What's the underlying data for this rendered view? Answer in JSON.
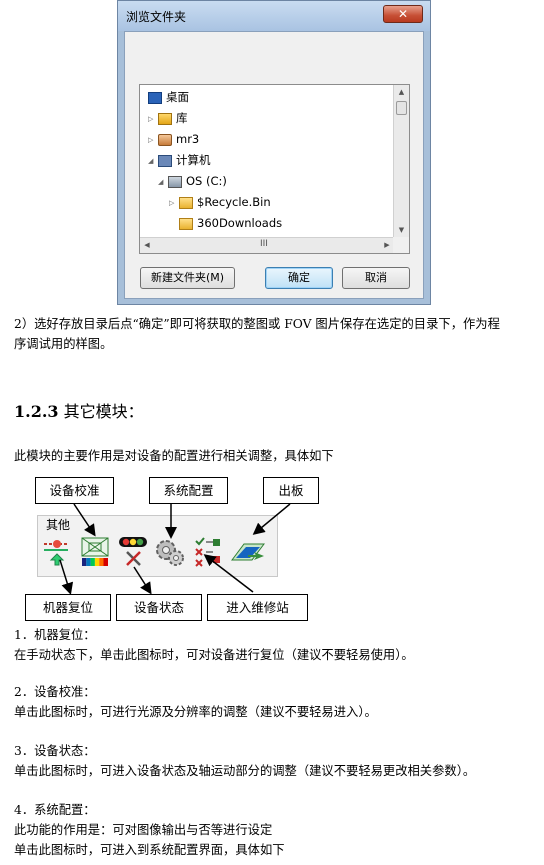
{
  "dialog": {
    "title": "浏览文件夹",
    "close_label": "✕",
    "tree": [
      {
        "label": "桌面",
        "icon": "desktop-icon",
        "indent": 0,
        "arrow": ""
      },
      {
        "label": "库",
        "icon": "library-icon",
        "indent": 1,
        "arrow": "▷"
      },
      {
        "label": "mr3",
        "icon": "user-folder-icon",
        "indent": 1,
        "arrow": "▷"
      },
      {
        "label": "计算机",
        "icon": "computer-icon",
        "indent": 1,
        "arrow": "◢"
      },
      {
        "label": "OS (C:)",
        "icon": "drive-icon",
        "indent": 2,
        "arrow": "◢"
      },
      {
        "label": "$Recycle.Bin",
        "icon": "locked-folder-icon",
        "indent": 3,
        "arrow": "▷"
      },
      {
        "label": "360Downloads",
        "icon": "folder-icon",
        "indent": 3,
        "arrow": ""
      }
    ],
    "hscroll_grip": "III",
    "buttons": {
      "new_folder": "新建文件夹(M)",
      "ok": "确定",
      "cancel": "取消"
    }
  },
  "paragraphs": {
    "step2_line1": "2）选好存放目录后点“确定”即可将获取的整图或 FOV 图片保存在选定的目录下，作为程",
    "step2_line2": "序调试用的样图。",
    "heading_num": "1.2.3",
    "heading_text": " 其它模块：",
    "intro": "此模块的主要作用是对设备的配置进行相关调整，具体如下",
    "item1_title": "1．机器复位：",
    "item1_desc": "在手动状态下，单击此图标时，可对设备进行复位（建议不要轻易使用）。",
    "item2_title": "2．设备校准：",
    "item2_desc": "单击此图标时，可进行光源及分辨率的调整（建议不要轻易进入）。",
    "item3_title": "3．设备状态：",
    "item3_desc": "单击此图标时，可进入设备状态及轴运动部分的调整（建议不要轻易更改相关参数）。",
    "item4_title": "4．系统配置：",
    "item4_desc1": "此功能的作用是：可对图像输出与否等进行设定",
    "item4_desc2": "单击此图标时，可进入到系统配置界面，具体如下"
  },
  "toolbar": {
    "title": "其他",
    "callouts": {
      "calibrate": "设备校准",
      "sysconfig": "系统配置",
      "board": "出板",
      "reset": "机器复位",
      "status": "设备状态",
      "repair": "进入维修站"
    }
  }
}
